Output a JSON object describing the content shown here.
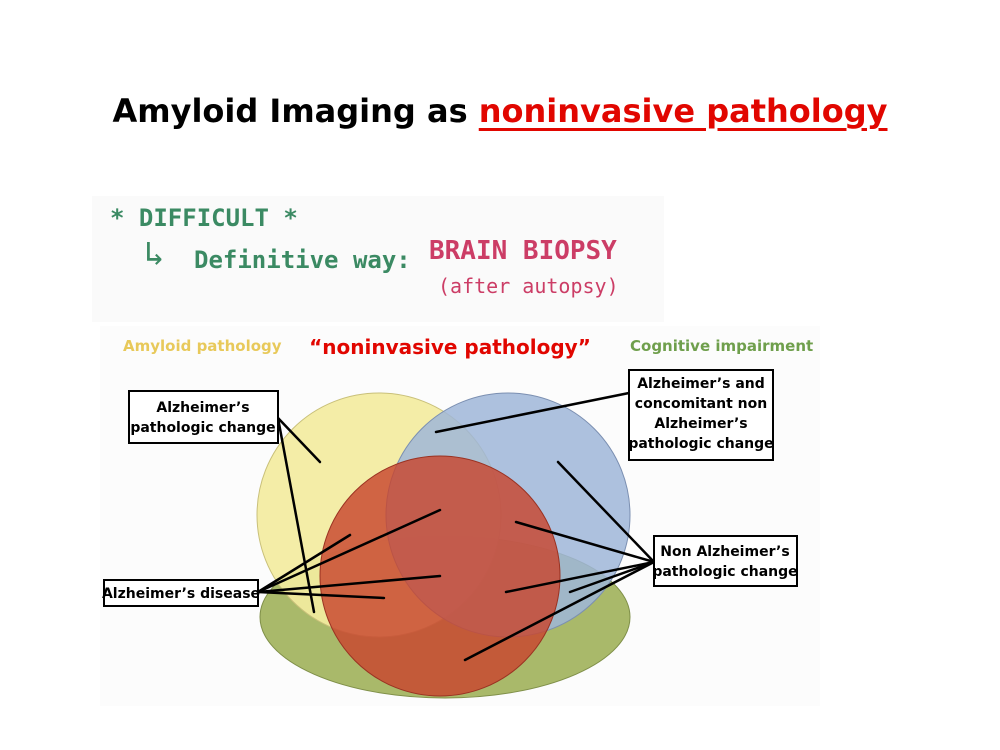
{
  "title": {
    "prefix": "Amyloid Imaging as ",
    "highlight": "noninvasive pathology"
  },
  "handwritten_note": {
    "line1": "* DIFFICULT *",
    "arrow": "↳",
    "line2_prefix": "Definitive way:",
    "line2_highlight": "BRAIN BIOPSY",
    "line3": "(after autopsy)"
  },
  "diagram": {
    "caption": "“noninvasive pathology”",
    "circle_labels": {
      "amyloid": "Amyloid pathology",
      "cognitive": "Cognitive impairment"
    },
    "boxes": {
      "ad_pathologic_change": [
        "Alzheimer’s",
        "pathologic change"
      ],
      "concomitant": [
        "Alzheimer’s and",
        "concomitant non",
        "Alzheimer’s",
        "pathologic change"
      ],
      "non_ad": [
        "Non Alzheimer’s",
        "pathologic change"
      ],
      "ad_disease": [
        "Alzheimer’s disease"
      ]
    }
  },
  "colors": {
    "title_highlight": "#e10600",
    "yellow_circle": "#f3eca0",
    "blue_circle": "#9fb6d8",
    "red_circle": "#c8452e",
    "green_ellipse": "#a9b96a",
    "note_green": "#3b8a63",
    "note_pink": "#cc3d66"
  }
}
